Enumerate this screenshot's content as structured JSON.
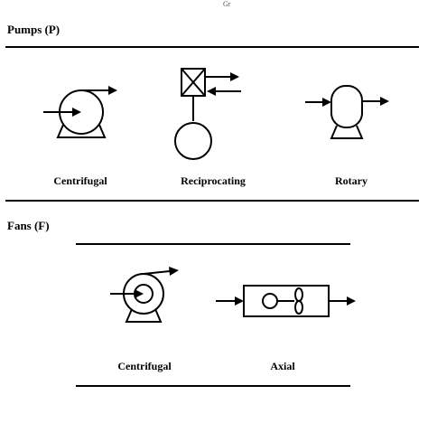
{
  "top_mark": "Gr",
  "sections": {
    "pumps": {
      "title": "Pumps (P)",
      "items": [
        {
          "label": "Centrifugal",
          "icon": "centrifugal-pump-icon"
        },
        {
          "label": "Reciprocating",
          "icon": "reciprocating-pump-icon"
        },
        {
          "label": "Rotary",
          "icon": "rotary-pump-icon"
        }
      ]
    },
    "fans": {
      "title": "Fans (F)",
      "items": [
        {
          "label": "Centrifugal",
          "icon": "centrifugal-fan-icon"
        },
        {
          "label": "Axial",
          "icon": "axial-fan-icon"
        }
      ]
    }
  }
}
